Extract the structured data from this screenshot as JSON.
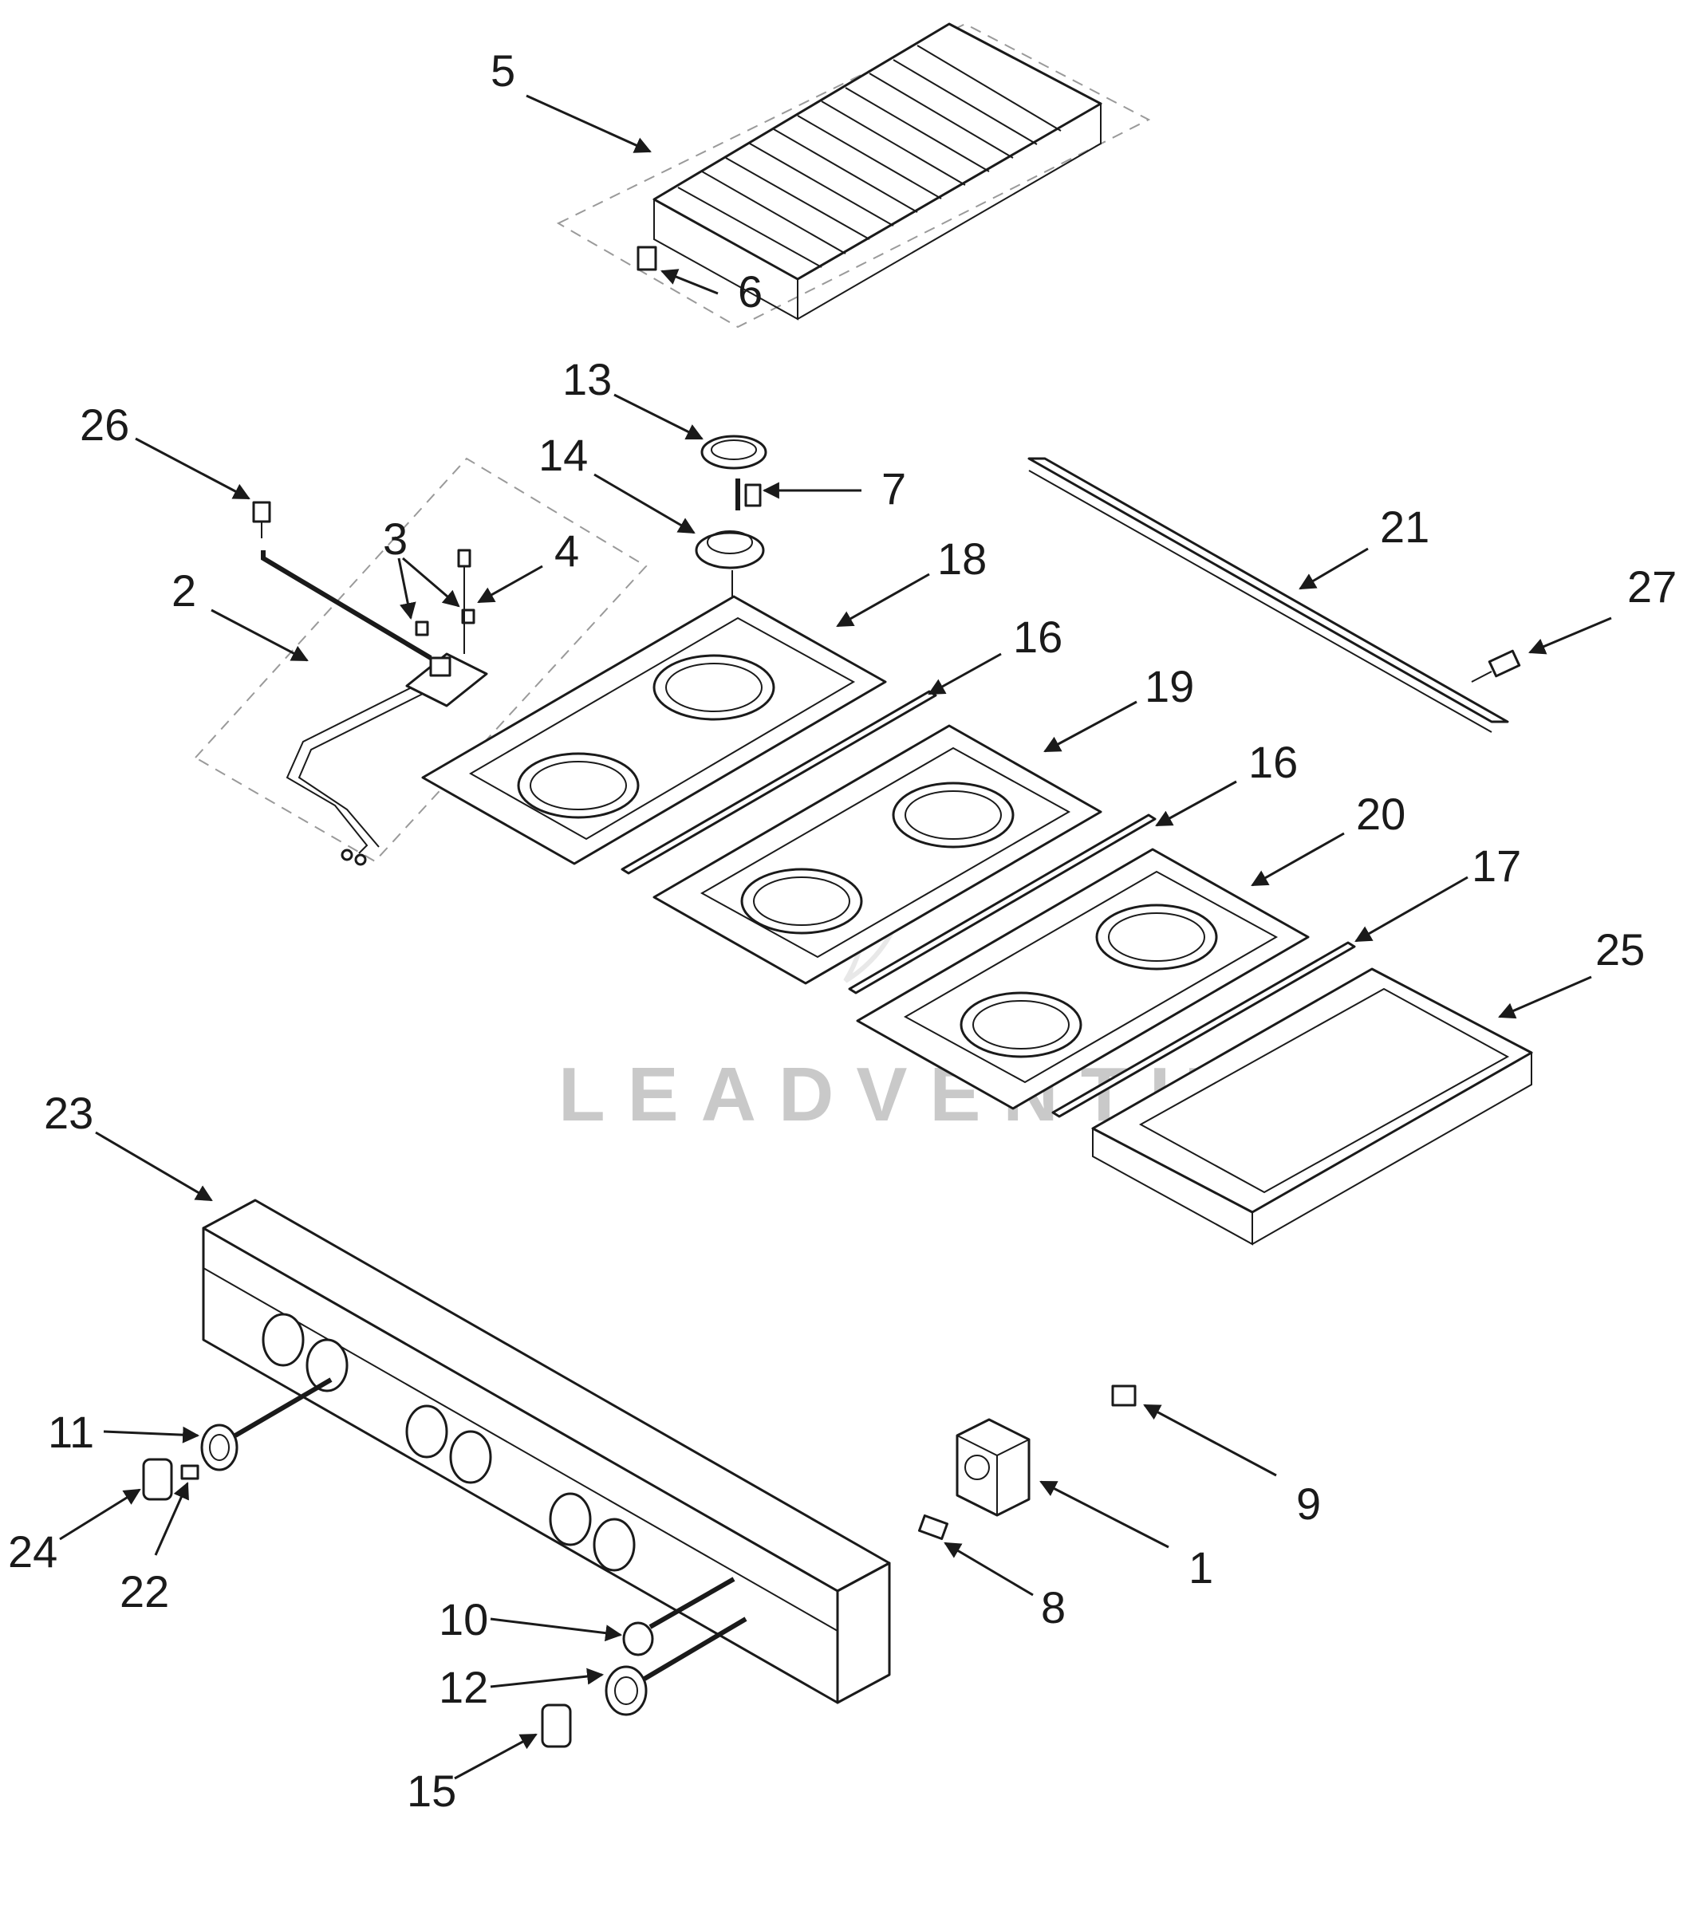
{
  "watermark": "LEADVENTURE",
  "labels": {
    "l1": "1",
    "l2": "2",
    "l3": "3",
    "l4": "4",
    "l5": "5",
    "l6": "6",
    "l7": "7",
    "l8": "8",
    "l9": "9",
    "l10": "10",
    "l11": "11",
    "l12": "12",
    "l13": "13",
    "l14": "14",
    "l15": "15",
    "l16a": "16",
    "l16b": "16",
    "l17": "17",
    "l18": "18",
    "l19": "19",
    "l20": "20",
    "l21": "21",
    "l22": "22",
    "l23": "23",
    "l24": "24",
    "l25": "25",
    "l26": "26",
    "l27": "27"
  }
}
